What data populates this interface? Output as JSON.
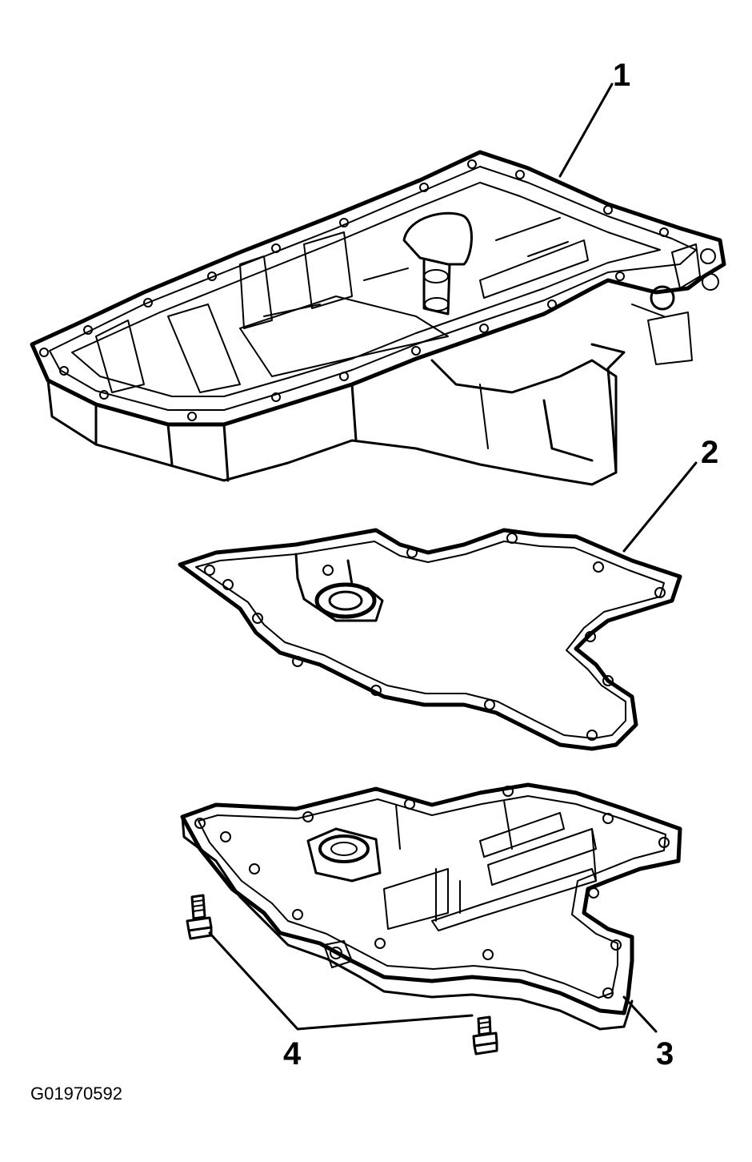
{
  "callouts": {
    "c1": "1",
    "c2": "2",
    "c3": "3",
    "c4": "4"
  },
  "figure_id": "G01970592",
  "colors": {
    "ink": "#000000",
    "paper": "#ffffff"
  }
}
